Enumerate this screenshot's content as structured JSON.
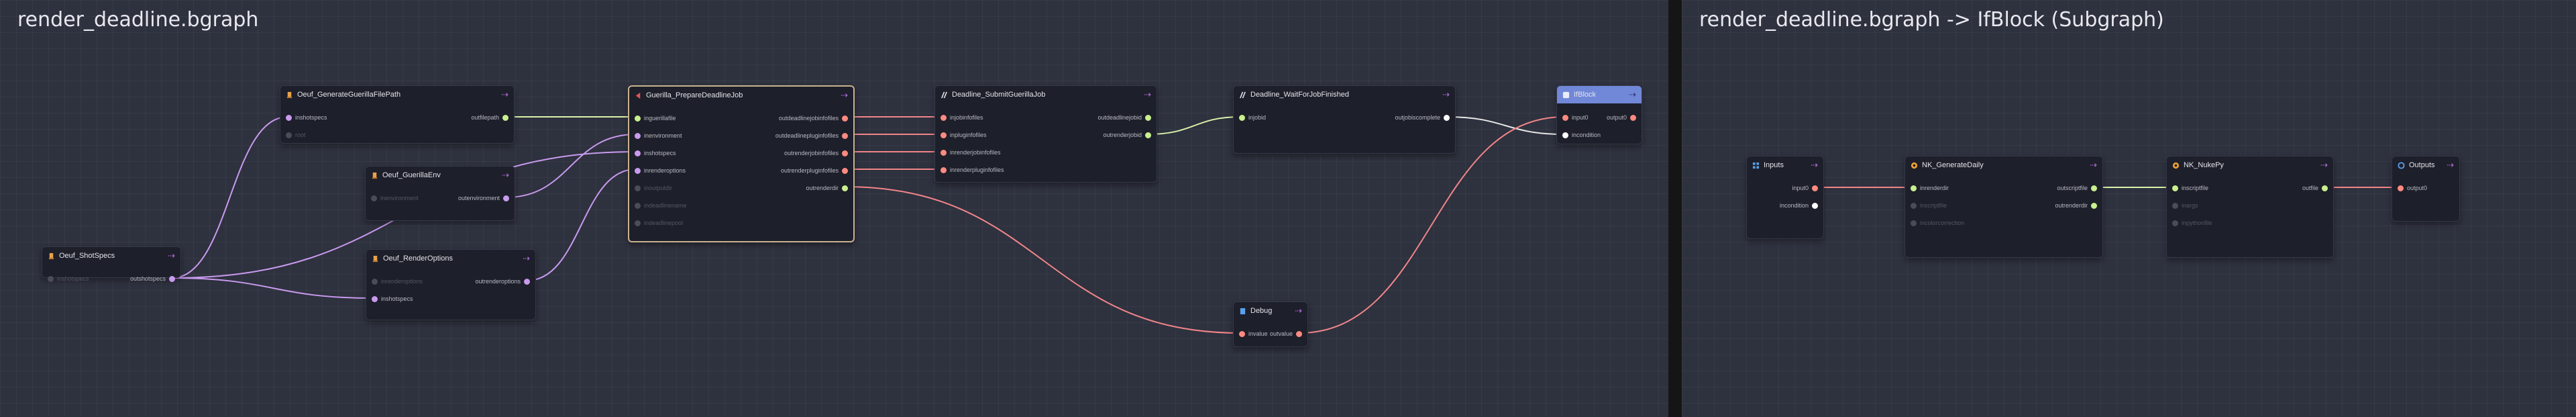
{
  "colors": {
    "path": "#c9f08e",
    "string": "#ffffff",
    "fileset": "#c89aee",
    "cmd": "#ff8a80",
    "dim": "#4a4c58",
    "wire_green": "#d9f2a8",
    "wire_purple": "#c89aee",
    "wire_red": "#f0858a",
    "wire_white": "#e8e8e8"
  },
  "left": {
    "title": "render_deadline.bgraph",
    "nodes": {
      "shotspecs": {
        "title": "Oeuf_ShotSpecs",
        "icon": "script-icon",
        "inputs": [
          {
            "label": "inshotspecs",
            "color": "dim"
          }
        ],
        "outputs": [
          {
            "label": "outshotspecs",
            "color": "fileset"
          }
        ]
      },
      "genpath": {
        "title": "Oeuf_GenerateGuerillaFilePath",
        "icon": "script-icon",
        "inputs": [
          {
            "label": "inshotspecs",
            "color": "fileset"
          },
          {
            "label": "root",
            "color": "dim"
          }
        ],
        "outputs": [
          {
            "label": "outfilepath",
            "color": "path"
          }
        ]
      },
      "env": {
        "title": "Oeuf_GuerillaEnv",
        "icon": "script-icon",
        "inputs": [
          {
            "label": "inenvironment",
            "color": "dim"
          }
        ],
        "outputs": [
          {
            "label": "outenvironment",
            "color": "fileset"
          }
        ]
      },
      "renderopts": {
        "title": "Oeuf_RenderOptions",
        "icon": "script-icon",
        "inputs": [
          {
            "label": "inrenderoptions",
            "color": "dim"
          },
          {
            "label": "inshotspecs",
            "color": "fileset"
          }
        ],
        "outputs": [
          {
            "label": "outrenderoptions",
            "color": "fileset"
          }
        ]
      },
      "prepare": {
        "title": "Guerilla_PrepareDeadlineJob",
        "icon": "arrow-icon",
        "inputs": [
          {
            "label": "inguerillafile",
            "color": "path"
          },
          {
            "label": "inenvironment",
            "color": "fileset"
          },
          {
            "label": "inshotspecs",
            "color": "fileset"
          },
          {
            "label": "inrenderoptions",
            "color": "fileset"
          },
          {
            "label": "inoutputdir",
            "color": "dim"
          },
          {
            "label": "indeadlinename",
            "color": "dim"
          },
          {
            "label": "indeadlinepool",
            "color": "dim"
          }
        ],
        "outputs": [
          {
            "label": "outdeadlinejobinfofiles",
            "color": "cmd"
          },
          {
            "label": "outdeadlinepluginfofiles",
            "color": "cmd"
          },
          {
            "label": "outrenderjobinfofiles",
            "color": "cmd"
          },
          {
            "label": "outrenderpluginfofiles",
            "color": "cmd"
          },
          {
            "label": "outrenderdir",
            "color": "path"
          }
        ]
      },
      "submit": {
        "title": "Deadline_SubmitGuerillaJob",
        "icon": "deadline-icon",
        "inputs": [
          {
            "label": "injobinfofiles",
            "color": "cmd"
          },
          {
            "label": "inpluginfofiles",
            "color": "cmd"
          },
          {
            "label": "inrenderjobinfofiles",
            "color": "cmd"
          },
          {
            "label": "inrenderpluginfofiles",
            "color": "cmd"
          }
        ],
        "outputs": [
          {
            "label": "outdeadlinejobid",
            "color": "path"
          },
          {
            "label": "outrenderjobid",
            "color": "path"
          }
        ]
      },
      "wait": {
        "title": "Deadline_WaitForJobFinished",
        "icon": "deadline-icon",
        "inputs": [
          {
            "label": "injobid",
            "color": "path"
          }
        ],
        "outputs": [
          {
            "label": "outjobiscomplete",
            "color": "string"
          }
        ]
      },
      "ifblock": {
        "title": "IfBlock",
        "icon": "block-icon",
        "inputs": [
          {
            "label": "input0",
            "color": "cmd"
          },
          {
            "label": "incondition",
            "color": "string"
          }
        ],
        "outputs": [
          {
            "label": "output0",
            "color": "cmd"
          }
        ]
      },
      "debug": {
        "title": "Debug",
        "icon": "debug-icon",
        "inputs": [
          {
            "label": "invalue",
            "color": "cmd"
          }
        ],
        "outputs": [
          {
            "label": "outvalue",
            "color": "cmd"
          }
        ]
      }
    }
  },
  "right": {
    "title": "render_deadline.bgraph -> IfBlock (Subgraph)",
    "nodes": {
      "inputs": {
        "title": "Inputs",
        "icon": "inputs-icon",
        "inputs": [],
        "outputs": [
          {
            "label": "input0",
            "color": "cmd"
          },
          {
            "label": "incondition",
            "color": "string"
          }
        ]
      },
      "gendaily": {
        "title": "NK_GenerateDaily",
        "icon": "nuke-icon",
        "inputs": [
          {
            "label": "inrenderdir",
            "color": "path"
          },
          {
            "label": "inscriptfile",
            "color": "dim"
          },
          {
            "label": "incolorcorrection",
            "color": "dim"
          }
        ],
        "outputs": [
          {
            "label": "outscriptfile",
            "color": "path"
          },
          {
            "label": "outrenderdir",
            "color": "path"
          }
        ]
      },
      "nukepy": {
        "title": "NK_NukePy",
        "icon": "nuke-icon",
        "inputs": [
          {
            "label": "inscriptfile",
            "color": "path"
          },
          {
            "label": "inargs",
            "color": "dim"
          },
          {
            "label": "inpythonfile",
            "color": "dim"
          }
        ],
        "outputs": [
          {
            "label": "outfile",
            "color": "path"
          }
        ]
      },
      "outputs": {
        "title": "Outputs",
        "icon": "outputs-icon",
        "inputs": [
          {
            "label": "output0",
            "color": "cmd"
          }
        ],
        "outputs": []
      }
    }
  }
}
